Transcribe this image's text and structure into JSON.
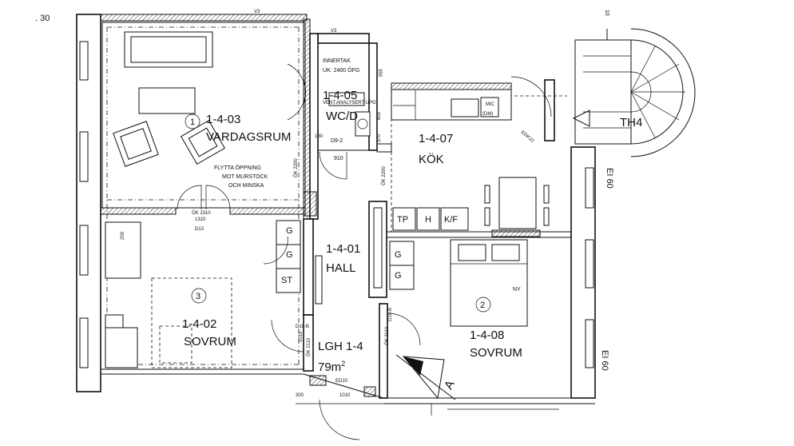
{
  "corner_label": ". 30",
  "rooms": {
    "vardagsrum": {
      "code": "1-4-03",
      "name": "VARDAGSRUM",
      "marker": "1"
    },
    "wc": {
      "code": "1-4-05",
      "name": "WC/D"
    },
    "kok": {
      "code": "1-4-07",
      "name": "KÖK"
    },
    "hall": {
      "code": "1-4-01",
      "name": "HALL"
    },
    "sovrum_left": {
      "code": "1-4-02",
      "name": "SOVRUM",
      "marker": "3"
    },
    "sovrum_right": {
      "code": "1-4-08",
      "name": "SOVRUM",
      "marker": "2"
    },
    "stair": {
      "name": "TH4"
    }
  },
  "unit": {
    "label": "LGH 1-4",
    "area": "79m",
    "area_sup": "2"
  },
  "notes": {
    "innertak_1": "INNERTAK",
    "innertak_2": "UK: 2400 ÖFG",
    "ventanal": "VENT.ANALYSERT UPG",
    "flytta_1": "FLYTTA ÖPPNING",
    "flytta_2": "MOT MURSTOCK",
    "flytta_3": "OCH MINSKA",
    "ny": "NY",
    "section": "A"
  },
  "doors": {
    "d9": "D9-2",
    "d910": "910",
    "ok2310": "ÖK 2310",
    "w1310": "1310",
    "d13": "D13",
    "ok2200_l": "ÖK 2200",
    "ok2200_r": "ÖK 2200",
    "d10b_l": "D10-B",
    "d1010_l": "1010",
    "ok2110_l": "ÖK 2110",
    "d10b_r": "D10-B",
    "ok2110_r": "ÖK 2110",
    "ed10": "ED10",
    "ed1010": "1010",
    "w300": "300",
    "edk10": "EDK10",
    "v3a": "V3",
    "v3b": "V3"
  },
  "dims": {
    "d200": "200",
    "d600": "600",
    "d370": "370",
    "d180": "180",
    "d350": "350",
    "d10": "10"
  },
  "fixtures": {
    "tp": "TP",
    "h": "H",
    "kf": "K/F",
    "g1": "G",
    "g2": "G",
    "st": "ST",
    "g3": "G",
    "g4": "G",
    "mic": "MIC",
    "dm": "(DM)"
  },
  "el_labels": {
    "upper": "EI 60",
    "lower": "EI 60"
  }
}
